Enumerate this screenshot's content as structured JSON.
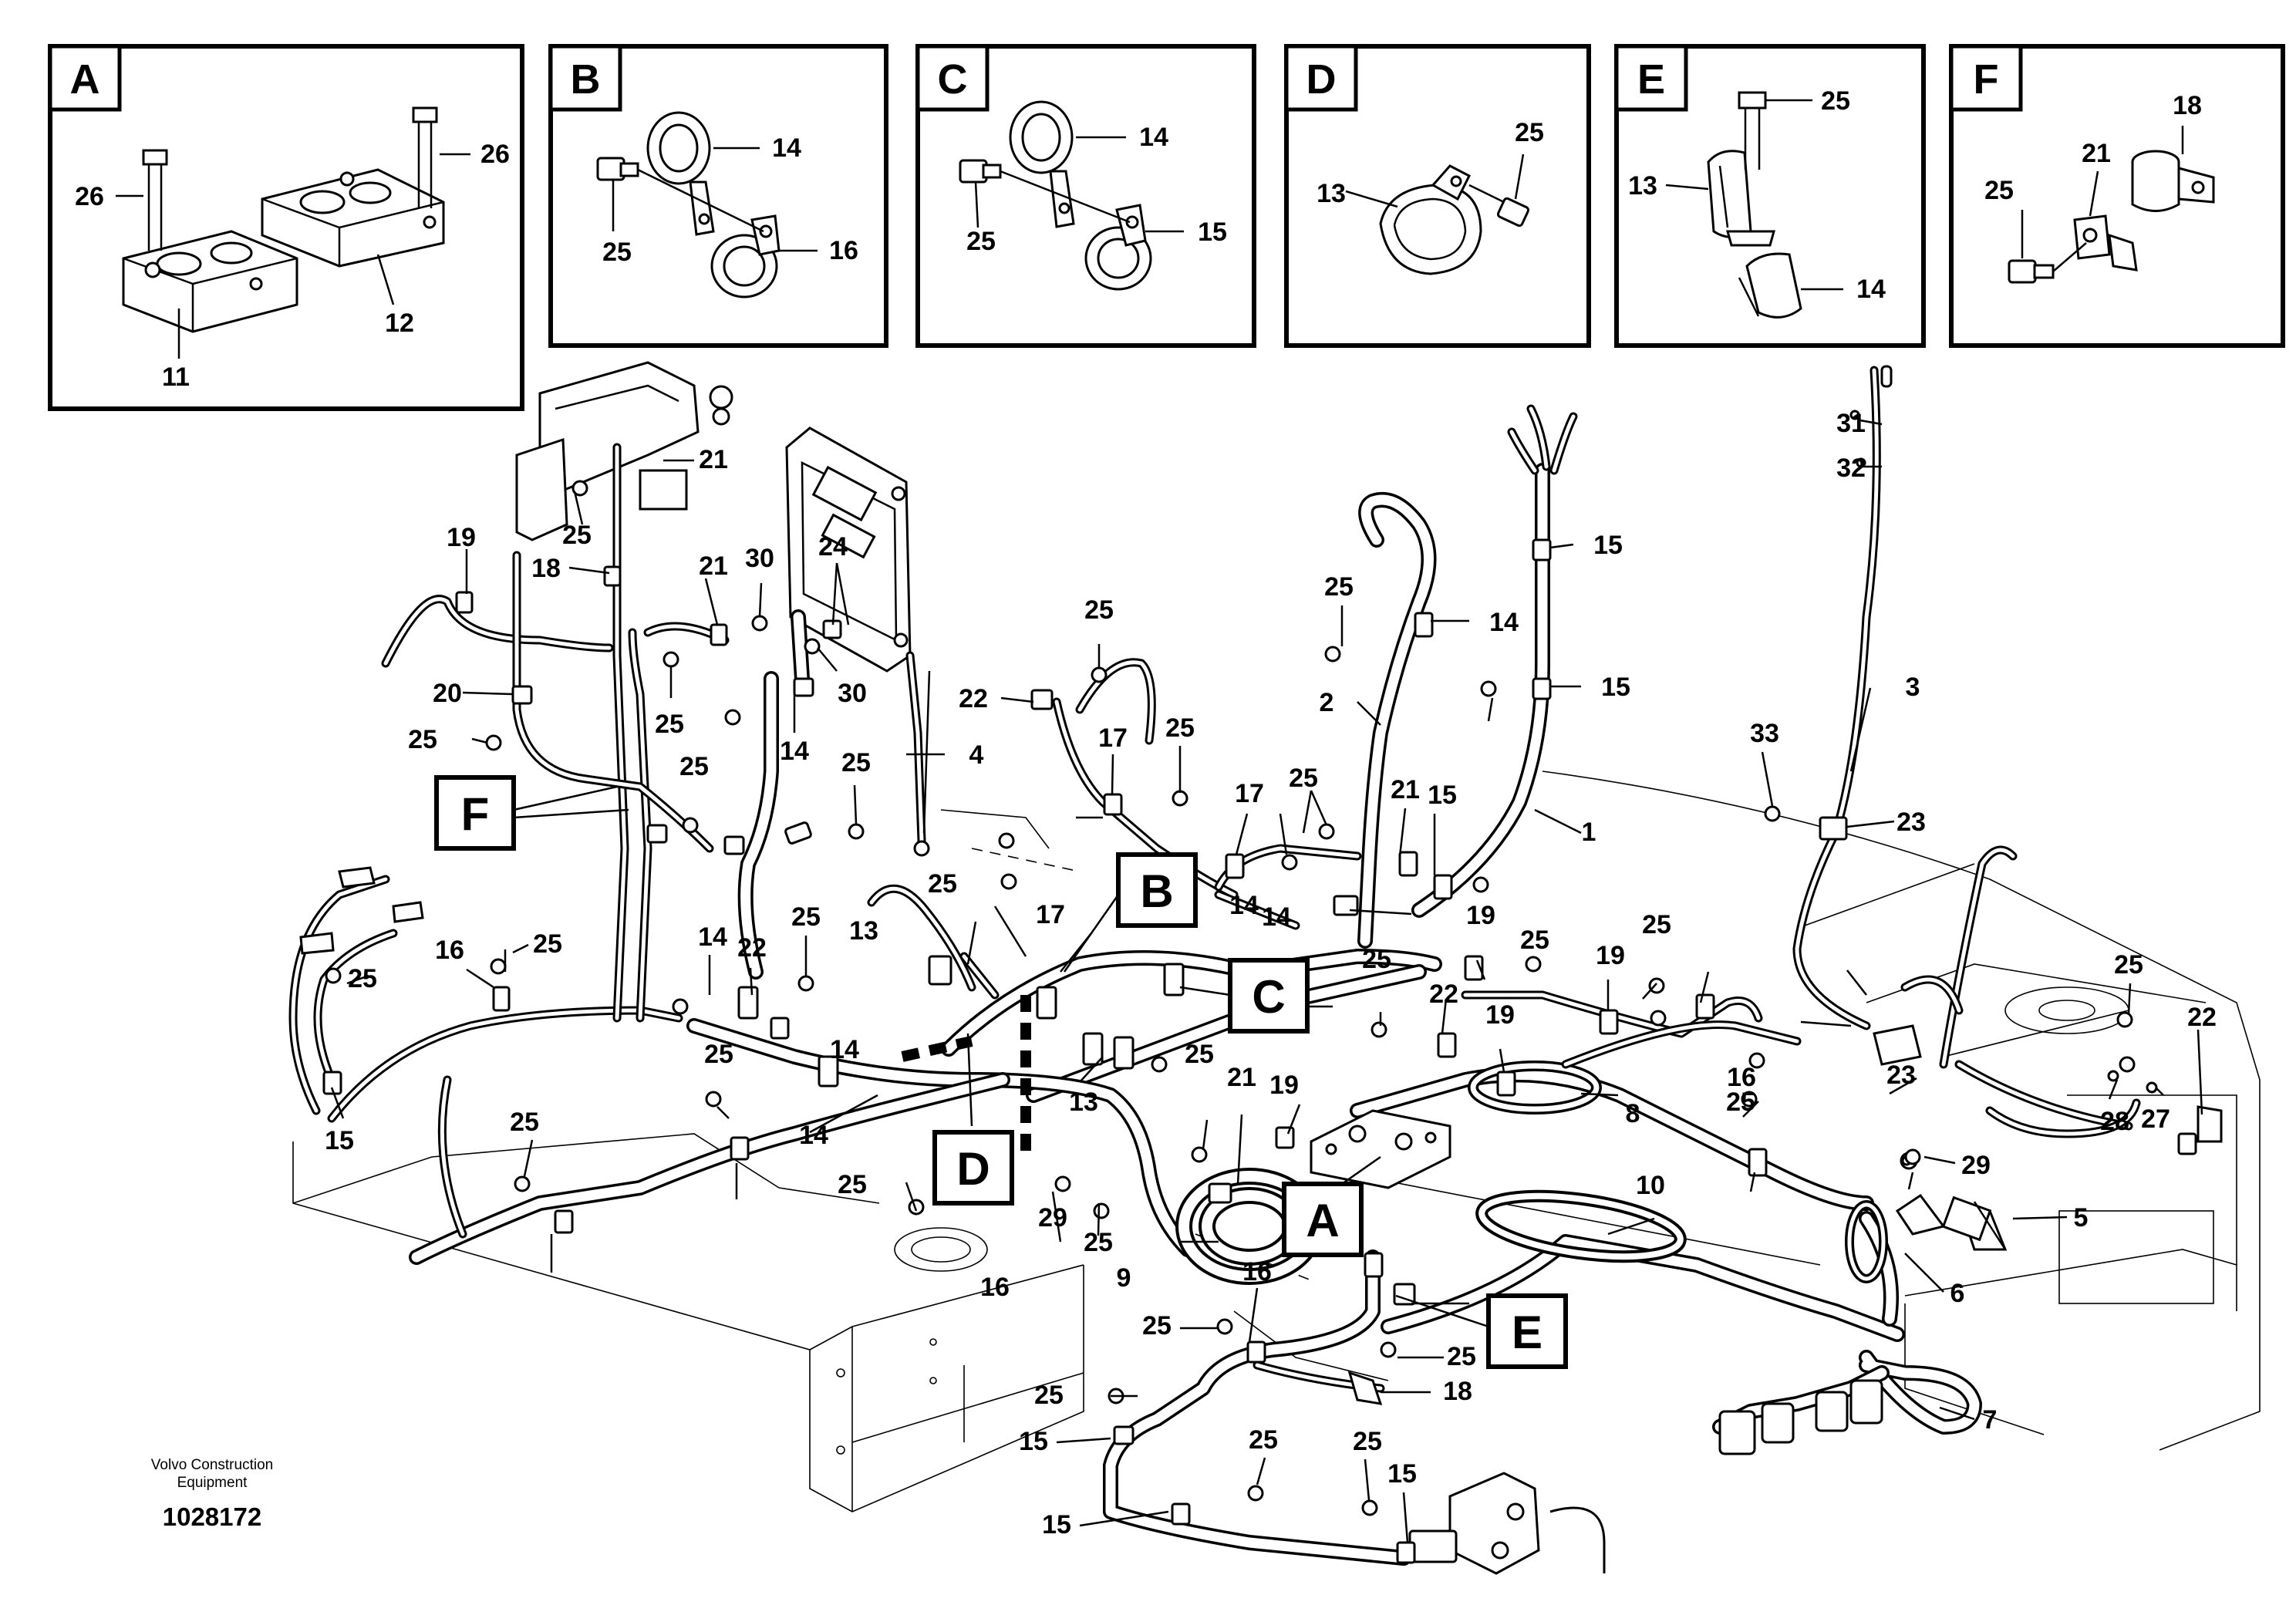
{
  "insets": [
    {
      "letter": "A",
      "labels": [
        "26",
        "26",
        "11",
        "12"
      ]
    },
    {
      "letter": "B",
      "labels": [
        "14",
        "25",
        "16"
      ]
    },
    {
      "letter": "C",
      "labels": [
        "14",
        "25",
        "15"
      ]
    },
    {
      "letter": "D",
      "labels": [
        "25",
        "13"
      ]
    },
    {
      "letter": "E",
      "labels": [
        "25",
        "13",
        "14"
      ]
    },
    {
      "letter": "F",
      "labels": [
        "18",
        "21",
        "25"
      ]
    }
  ],
  "callouts": [
    "F",
    "B",
    "C",
    "D",
    "A",
    "E"
  ],
  "part_numbers": [
    "1",
    "2",
    "3",
    "4",
    "5",
    "6",
    "7",
    "8",
    "9",
    "10",
    "11",
    "12",
    "13",
    "14",
    "15",
    "16",
    "17",
    "18",
    "19",
    "20",
    "21",
    "22",
    "23",
    "24",
    "25",
    "26",
    "27",
    "28",
    "29",
    "30",
    "31",
    "32",
    "33"
  ],
  "labels": [
    "21",
    "25",
    "19",
    "18",
    "21",
    "30",
    "24",
    "30",
    "20",
    "25",
    "25",
    "14",
    "25",
    "4",
    "25",
    "22",
    "17",
    "25",
    "17",
    "25",
    "25",
    "21",
    "15",
    "14",
    "14",
    "15",
    "2",
    "25",
    "15",
    "1",
    "3",
    "31",
    "32",
    "33",
    "23",
    "14",
    "22",
    "25",
    "13",
    "17",
    "25",
    "16",
    "25",
    "25",
    "15",
    "25",
    "14",
    "25",
    "25",
    "29",
    "25",
    "13",
    "9",
    "25",
    "21",
    "19",
    "25",
    "22",
    "19",
    "19",
    "25",
    "19",
    "8",
    "10",
    "25",
    "16",
    "25",
    "23",
    "22",
    "28",
    "27",
    "29",
    "25",
    "5",
    "6",
    "7",
    "16",
    "25",
    "25",
    "18",
    "25",
    "15",
    "25",
    "25",
    "15",
    "15",
    "14",
    "14",
    "16"
  ],
  "footer": {
    "brand_line1": "Volvo Construction",
    "brand_line2": "Equipment",
    "drawing_id": "1028172"
  }
}
